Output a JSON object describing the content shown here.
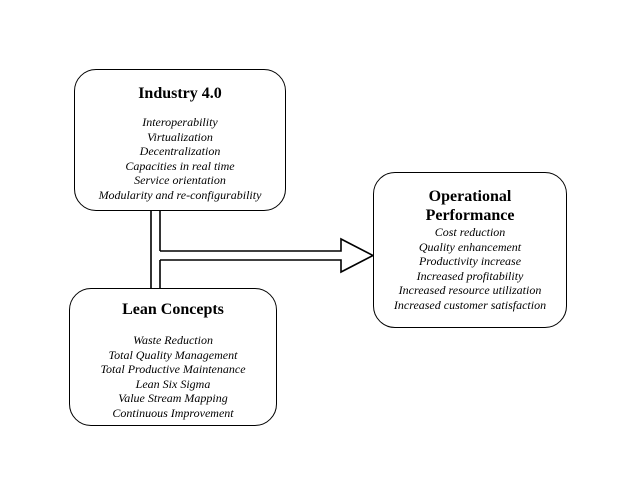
{
  "diagram": {
    "industry": {
      "title": "Industry 4.0",
      "items": [
        "Interoperability",
        "Virtualization",
        "Decentralization",
        "Capacities in real time",
        "Service orientation",
        "Modularity and re-configurability"
      ]
    },
    "lean": {
      "title": "Lean Concepts",
      "items": [
        "Waste Reduction",
        "Total Quality Management",
        "Total Productive Maintenance",
        "Lean Six Sigma",
        "Value Stream Mapping",
        "Continuous Improvement"
      ]
    },
    "operational": {
      "title_line1": "Operational",
      "title_line2": "Performance",
      "items": [
        "Cost reduction",
        "Quality enhancement",
        "Productivity increase",
        "Increased profitability",
        "Increased resource utilization",
        "Increased customer satisfaction"
      ]
    }
  },
  "colors": {
    "stroke": "#000000",
    "background": "#ffffff"
  }
}
